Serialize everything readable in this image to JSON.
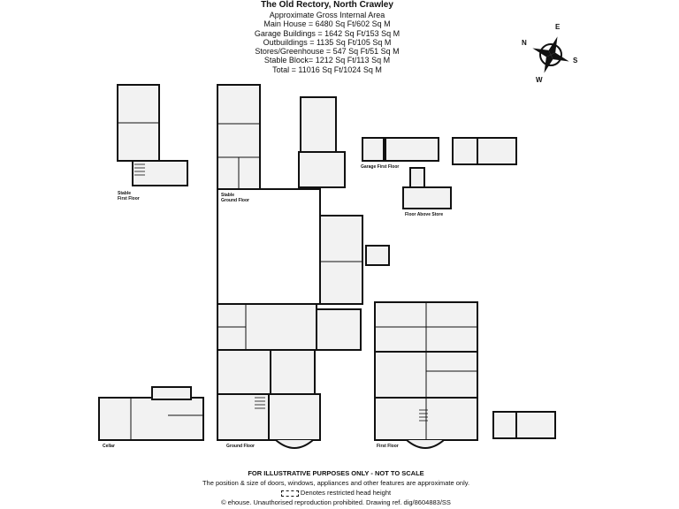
{
  "header": {
    "title": "The Old Rectory, North Crawley",
    "subtitle": "Approximate Gross Internal Area",
    "areas": [
      "Main House = 6480 Sq Ft/602 Sq M",
      "Garage Buildings = 1642 Sq Ft/153 Sq M",
      "Outbuildings = 1135 Sq Ft/105 Sq M",
      "Stores/Greenhouse = 547 Sq Ft/51 Sq M",
      "Stable Block= 1212 Sq Ft/113 Sq M",
      "Total = 11016 Sq Ft/1024 Sq M"
    ]
  },
  "compass": {
    "n": "N",
    "e": "E",
    "s": "S",
    "w": "W"
  },
  "floor_labels": {
    "stable_first": "Stable\nFirst Floor",
    "stable_ground": "Stable\nGround Floor",
    "garage_first": "Garage First Floor",
    "floor_above_store": "Floor Above Store",
    "cellar": "Cellar",
    "ground_floor": "Ground Floor",
    "first_floor": "First Floor"
  },
  "footer": {
    "line1": "FOR ILLUSTRATIVE PURPOSES ONLY - NOT TO SCALE",
    "line2": "The position & size of doors, windows, appliances and other features are approximate only.",
    "line3": "Denotes restricted head height",
    "line4": "© ehouse. Unauthorised reproduction prohibited. Drawing ref. dig/8604883/SS"
  }
}
